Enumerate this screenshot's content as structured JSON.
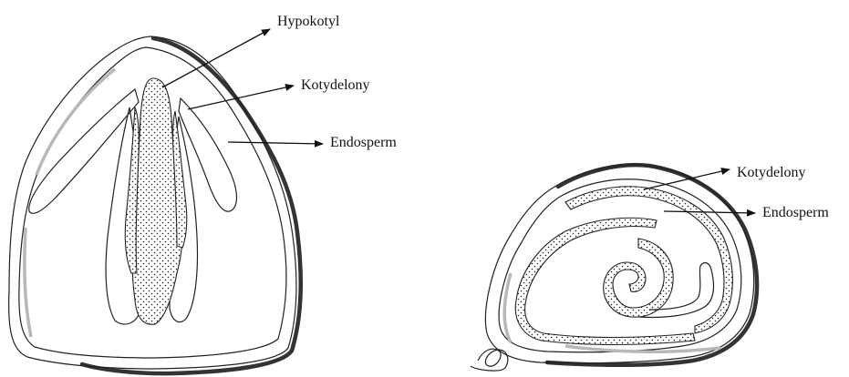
{
  "left_seed": {
    "labels": {
      "hypocotyl": "Hypokotyl",
      "cotyledons": "Kotydelony",
      "endosperm": "Endosperm"
    }
  },
  "right_seed": {
    "labels": {
      "cotyledons": "Kotydelony",
      "endosperm": "Endosperm"
    }
  }
}
